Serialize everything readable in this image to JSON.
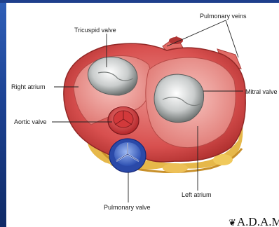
{
  "labels": {
    "tricuspid_valve": "Tricuspid valve",
    "pulmonary_veins": "Pulmonary veins",
    "right_atrium": "Right atrium",
    "mitral_valve": "Mitral valve",
    "aortic_valve": "Aortic valve",
    "left_atrium": "Left atrium",
    "pulmonary_valve": "Pulmonary valve"
  },
  "logo": {
    "text": "A.D.A.M."
  }
}
